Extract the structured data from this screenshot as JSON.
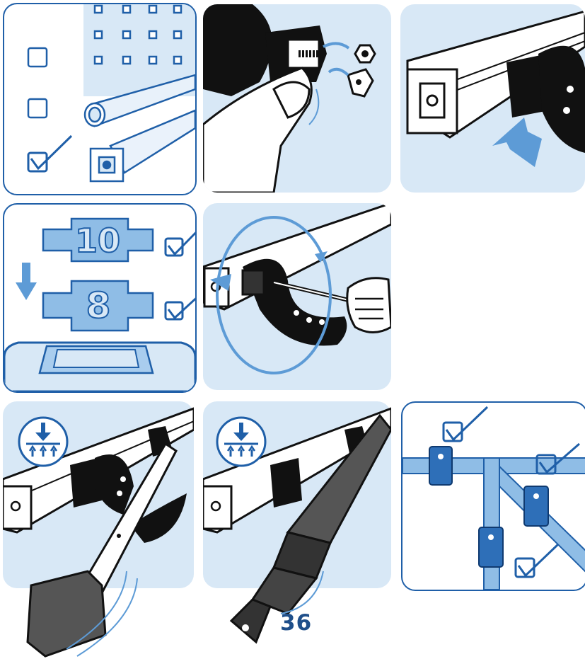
{
  "page": {
    "number": "36"
  },
  "colors": {
    "accent": "#1f5fa8",
    "light_blue": "#d8e8f6",
    "mid_blue": "#8fbde6",
    "clamp_blue": "#2e6fb8",
    "dark": "#111111"
  },
  "steps": [
    {
      "id": "step-1",
      "content": [
        "checkbox-empty",
        "checkbox-empty",
        "checkbox-checked",
        "perforated-panel",
        "round-tube",
        "aluminum-profile"
      ]
    },
    {
      "id": "step-2",
      "content": [
        "hand",
        "clamp-body",
        "hex-nut",
        "t-nut",
        "rotate-arrows"
      ]
    },
    {
      "id": "step-3",
      "content": [
        "aluminum-profile",
        "clamp",
        "push-arrow"
      ]
    },
    {
      "id": "step-4",
      "content": [
        "slot-size-10",
        "slot-size-8",
        "checkbox-checked",
        "checkbox-checked",
        "down-arrow",
        "slot-base"
      ],
      "labels": [
        "10",
        "8"
      ]
    },
    {
      "id": "step-5",
      "content": [
        "aluminum-profile",
        "clamp",
        "hex-key",
        "hand",
        "rotation-arrow"
      ]
    },
    {
      "id": "step-6",
      "content": [
        "press-fit-icon",
        "rail",
        "clamps",
        "lever-tool"
      ]
    },
    {
      "id": "step-7",
      "content": [
        "press-fit-icon",
        "rail",
        "clamps",
        "power-screwdriver"
      ]
    },
    {
      "id": "step-8",
      "content": [
        "frame-tubes",
        "blue-clamps",
        "checkbox-checked",
        "checkbox-checked",
        "checkbox-checked"
      ]
    }
  ]
}
